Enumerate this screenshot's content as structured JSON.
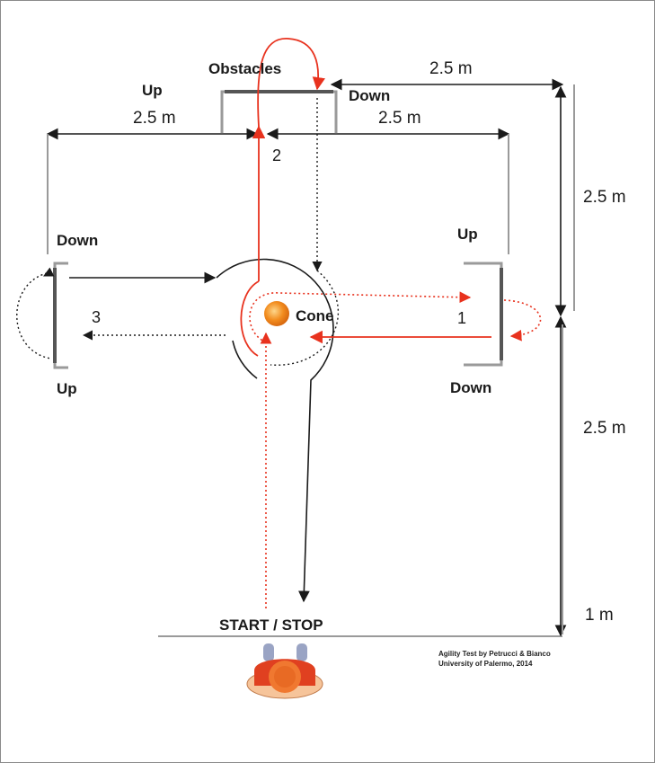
{
  "labels": {
    "obstacles": "Obstacles",
    "cone": "Cone",
    "start_stop": "START / STOP",
    "up": "Up",
    "down": "Down"
  },
  "measurements": {
    "top_left": "2.5 m",
    "top_right_inner": "2.5 m",
    "top_right_outer": "2.5 m",
    "right_upper": "2.5 m",
    "right_lower": "2.5 m",
    "right_bottom": "1 m"
  },
  "obstacle_numbers": {
    "right": "1",
    "top": "2",
    "left": "3"
  },
  "credit": {
    "line1": "Agility Test by Petrucci & Bianco",
    "line2": "University of Palermo, 2014"
  },
  "colors": {
    "path_red": "#e8321e",
    "path_black": "#1a1a1a",
    "obstacle_gray": "#9a9a9a",
    "cone_orange": "#f28c1e"
  }
}
